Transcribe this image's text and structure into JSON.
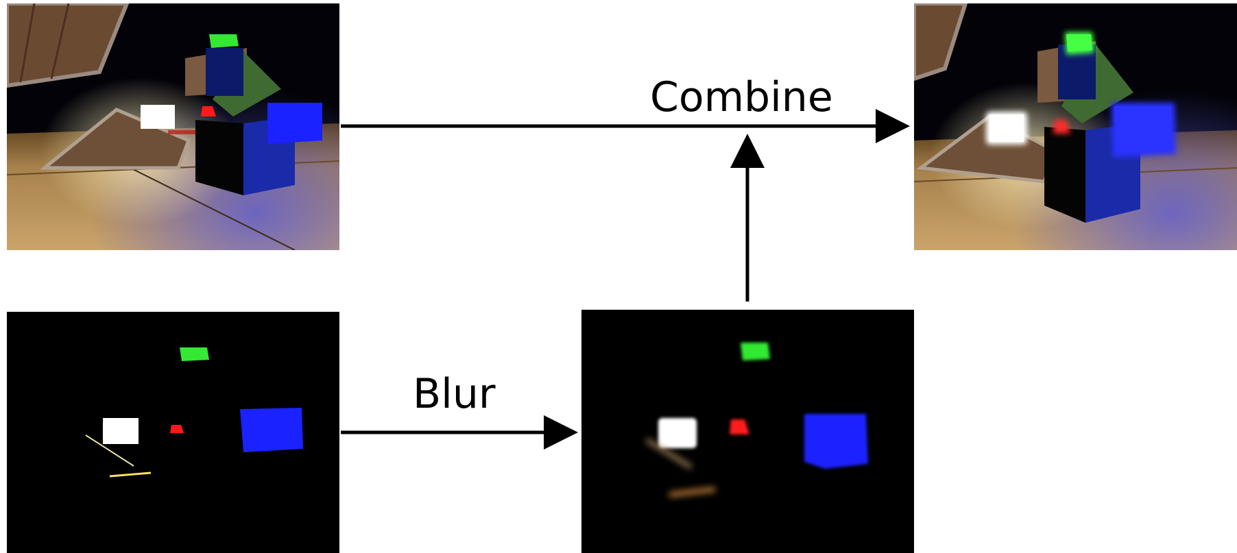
{
  "labels": {
    "combine": "Combine",
    "blur": "Blur"
  },
  "panels": {
    "scene": "rendered-scene",
    "bright": "bright-pass-extract",
    "blurred": "blurred-highlights",
    "final": "combined-bloom-result"
  },
  "colors": {
    "arrow": "#000000",
    "green_light": "#33e933",
    "blue_light": "#1a22ff",
    "white_light": "#ffffff",
    "red_light": "#ff1a1a",
    "crate_wood": "#7a5a40",
    "floor": "#b8935e"
  }
}
